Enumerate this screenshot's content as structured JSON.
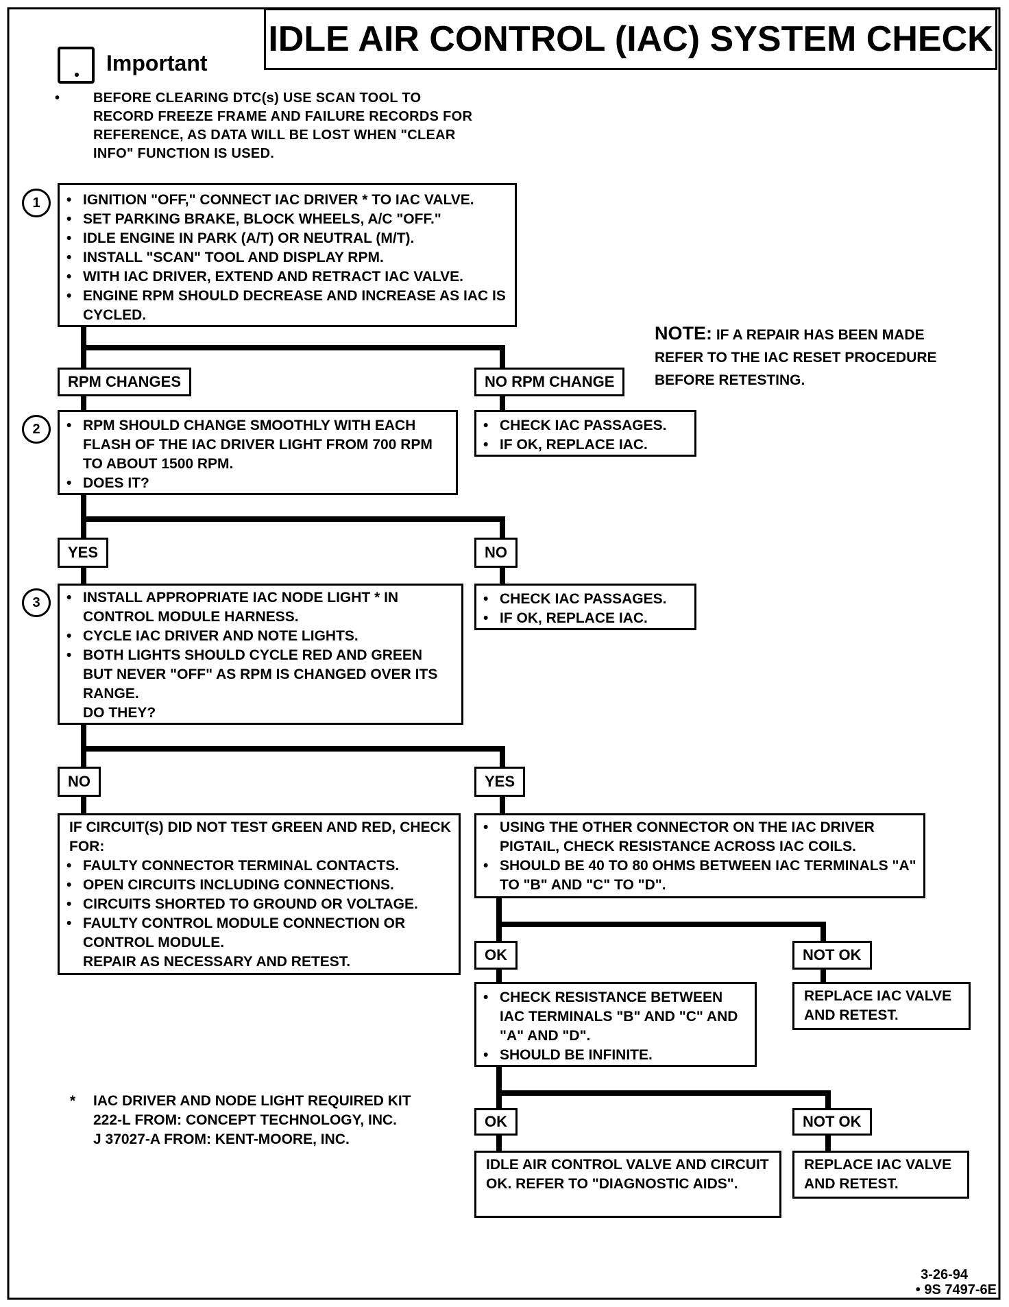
{
  "title": "IDLE AIR CONTROL (IAC) SYSTEM CHECK",
  "important": {
    "heading": "Important",
    "bullet": "BEFORE CLEARING DTC(s) USE SCAN TOOL TO RECORD FREEZE FRAME AND FAILURE RECORDS FOR REFERENCE, AS DATA WILL BE LOST WHEN \"CLEAR INFO\" FUNCTION IS USED."
  },
  "note": {
    "label": "NOTE:",
    "text": "IF A REPAIR HAS BEEN MADE REFER TO THE IAC RESET PROCEDURE BEFORE RETESTING."
  },
  "step1": {
    "number": "1",
    "items": [
      "IGNITION \"OFF,\" CONNECT IAC DRIVER * TO IAC VALVE.",
      "SET PARKING BRAKE, BLOCK WHEELS, A/C \"OFF.\"",
      "IDLE ENGINE IN PARK (A/T) OR NEUTRAL (M/T).",
      "INSTALL \"SCAN\" TOOL AND DISPLAY RPM.",
      "WITH IAC DRIVER, EXTEND AND RETRACT IAC VALVE.",
      "ENGINE RPM SHOULD DECREASE AND INCREASE AS IAC IS CYCLED."
    ]
  },
  "branch1": {
    "left": "RPM CHANGES",
    "right": "NO RPM CHANGE"
  },
  "no_rpm_change_box": {
    "items": [
      "CHECK IAC PASSAGES.",
      "IF OK, REPLACE IAC."
    ]
  },
  "step2": {
    "number": "2",
    "items": [
      "RPM SHOULD CHANGE SMOOTHLY WITH EACH FLASH OF THE IAC DRIVER LIGHT FROM 700 RPM TO ABOUT 1500 RPM.",
      "DOES IT?"
    ]
  },
  "branch2": {
    "left": "YES",
    "right": "NO"
  },
  "step2_no_box": {
    "items": [
      "CHECK IAC PASSAGES.",
      "IF OK, REPLACE IAC."
    ]
  },
  "step3": {
    "number": "3",
    "items": [
      "INSTALL APPROPRIATE IAC NODE LIGHT * IN CONTROL MODULE HARNESS.",
      "CYCLE IAC DRIVER AND NOTE LIGHTS.",
      "BOTH LIGHTS SHOULD CYCLE RED AND GREEN BUT NEVER \"OFF\" AS RPM IS CHANGED OVER ITS RANGE."
    ],
    "question": "DO THEY?"
  },
  "branch3": {
    "left": "NO",
    "right": "YES"
  },
  "step3_no_box": {
    "intro": "IF CIRCUIT(S) DID NOT TEST GREEN AND RED, CHECK FOR:",
    "items": [
      "FAULTY CONNECTOR TERMINAL CONTACTS.",
      "OPEN CIRCUITS INCLUDING CONNECTIONS.",
      "CIRCUITS SHORTED TO GROUND OR VOLTAGE.",
      "FAULTY CONTROL MODULE CONNECTION OR CONTROL MODULE."
    ],
    "closing": "REPAIR AS NECESSARY AND RETEST."
  },
  "step3_yes_box": {
    "items": [
      "USING THE OTHER CONNECTOR ON THE IAC DRIVER PIGTAIL, CHECK RESISTANCE ACROSS IAC COILS.",
      "SHOULD BE 40 TO 80 OHMS BETWEEN IAC TERMINALS \"A\" TO \"B\" AND \"C\" TO \"D\"."
    ]
  },
  "branch4": {
    "left": "OK",
    "right": "NOT OK"
  },
  "check_resistance_box": {
    "items": [
      "CHECK RESISTANCE BETWEEN IAC TERMINALS \"B\" AND \"C\" AND \"A\" AND \"D\".",
      "SHOULD BE INFINITE."
    ]
  },
  "replace1_box": {
    "text": "REPLACE IAC VALVE AND RETEST."
  },
  "branch5": {
    "left": "OK",
    "right": "NOT OK"
  },
  "final_ok_box": {
    "text": "IDLE AIR CONTROL VALVE AND CIRCUIT OK.  REFER TO \"DIAGNOSTIC AIDS\"."
  },
  "replace2_box": {
    "text": "REPLACE IAC VALVE AND RETEST."
  },
  "footnote": {
    "mark": "*",
    "lines": [
      "IAC DRIVER AND NODE LIGHT REQUIRED KIT",
      "222-L FROM:  CONCEPT TECHNOLOGY, INC.",
      "J 37027-A FROM:  KENT-MOORE, INC."
    ]
  },
  "doc_date": "3-26-94",
  "doc_id": "• 9S 7497-6E"
}
